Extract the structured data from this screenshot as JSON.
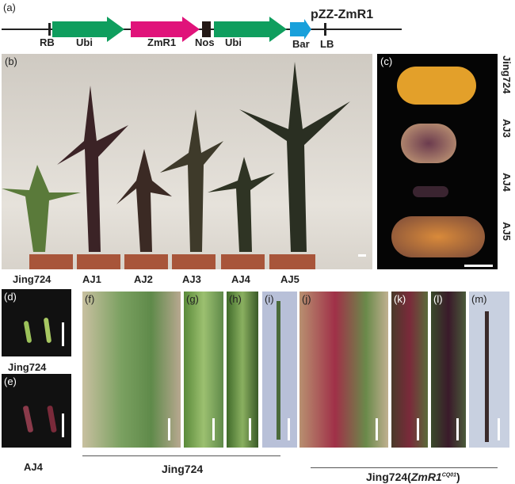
{
  "panel_a": {
    "letter": "(a)",
    "title": "pZZ-ZmR1",
    "elements": [
      "RB",
      "Ubi",
      "ZmR1",
      "Nos",
      "Ubi",
      "Bar",
      "LB"
    ],
    "colors": {
      "ubi": "#0f9e5e",
      "zmr1": "#e0137a",
      "nos": "#231815",
      "bar": "#18a0db"
    }
  },
  "panel_b": {
    "letter": "(b)",
    "labels": [
      "Jing724",
      "AJ1",
      "AJ2",
      "AJ3",
      "AJ4",
      "AJ5"
    ]
  },
  "panel_c": {
    "letter": "(c)",
    "labels": [
      "Jing724",
      "AJ3",
      "AJ4",
      "AJ5"
    ]
  },
  "panel_d": {
    "letter": "(d)",
    "label": "Jing724"
  },
  "panel_e": {
    "letter": "(e)",
    "label": "AJ4"
  },
  "panels_fm": {
    "letters": [
      "(f)",
      "(g)",
      "(h)",
      "(i)",
      "(j)",
      "(k)",
      "(l)",
      "(m)"
    ],
    "group1_label": "Jing724",
    "group2_label_base": "Jing724(",
    "group2_gene": "ZmR1",
    "group2_sup": "CQ01",
    "group2_close": ")"
  }
}
